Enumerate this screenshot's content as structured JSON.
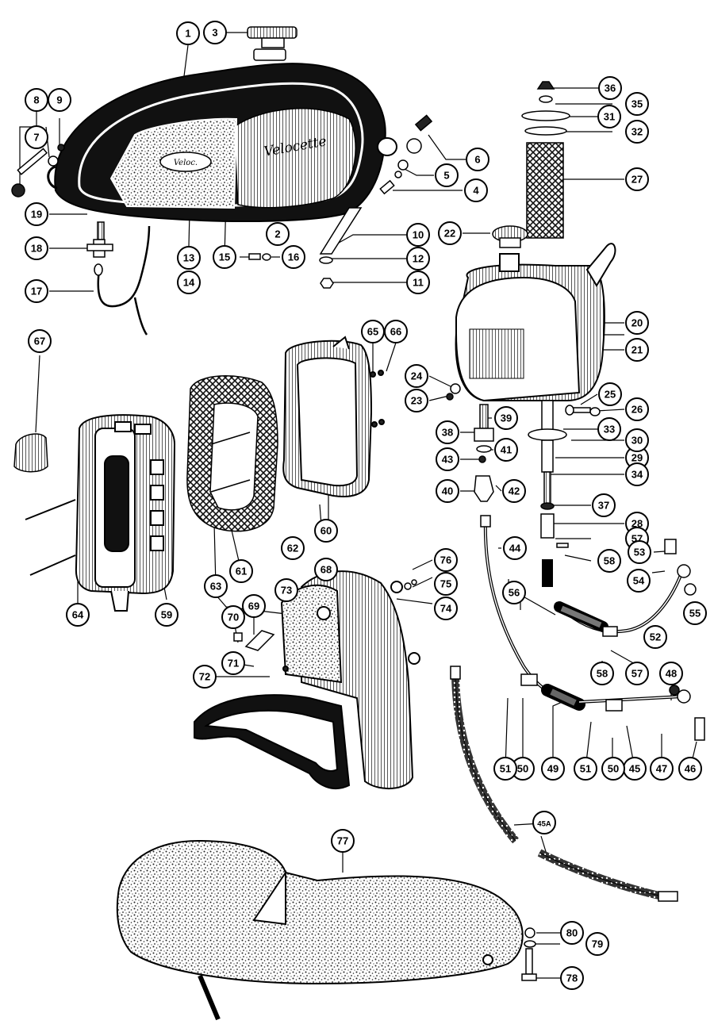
{
  "diagram": {
    "parts": {
      "fuel_tank": {
        "callouts": [
          "1",
          "2",
          "13",
          "14",
          "15"
        ],
        "emblem_text": "Velocette"
      },
      "filler_cap": {
        "callouts": [
          "3"
        ]
      },
      "tank_fixings_rear": {
        "callouts": [
          "4",
          "5",
          "6"
        ]
      },
      "tank_fixings_front": {
        "callouts": [
          "7",
          "8",
          "9"
        ]
      },
      "tank_strap": {
        "callouts": [
          "10",
          "11",
          "12"
        ]
      },
      "badge_screws": {
        "callouts": [
          "16"
        ]
      },
      "fuel_tap_and_pipe": {
        "callouts": [
          "17",
          "18",
          "19"
        ]
      },
      "oil_tank": {
        "callouts": [
          "20",
          "21",
          "22",
          "23",
          "24",
          "25",
          "26"
        ]
      },
      "oil_filter": {
        "callouts": [
          "27",
          "31",
          "32",
          "35",
          "36"
        ]
      },
      "oil_tank_outlet": {
        "callouts": [
          "28",
          "29",
          "30",
          "33",
          "34",
          "37",
          "57",
          "58"
        ]
      },
      "drain_union": {
        "callouts": [
          "38",
          "39",
          "40",
          "41",
          "42",
          "43"
        ]
      },
      "feed_pipes": {
        "callouts": [
          "44",
          "45",
          "46",
          "47",
          "48",
          "49",
          "50",
          "51",
          "52",
          "53",
          "54",
          "55",
          "56"
        ]
      },
      "braided_pipe": {
        "callouts": [
          "45A"
        ]
      },
      "air_cleaner": {
        "callouts": [
          "59",
          "60",
          "61",
          "62",
          "63",
          "64",
          "65",
          "66",
          "67"
        ]
      },
      "battery_carrier": {
        "callouts": [
          "68",
          "69",
          "70",
          "71",
          "72",
          "73",
          "74",
          "75",
          "76"
        ]
      },
      "dual_seat": {
        "callouts": [
          "77",
          "78",
          "79",
          "80"
        ]
      }
    }
  }
}
